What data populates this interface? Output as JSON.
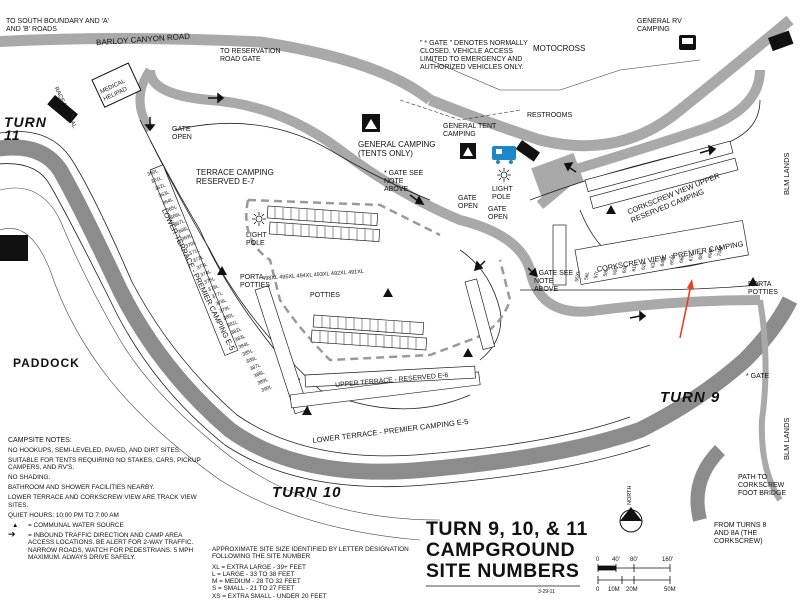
{
  "title": {
    "line1": "TURN 9, 10, & 11",
    "line2": "CAMPGROUND",
    "line3": "SITE NUMBERS",
    "date": "3-29-11"
  },
  "turns": {
    "t11": "TURN 11",
    "t10": "TURN 10",
    "t9": "TURN 9"
  },
  "places": {
    "paddock": "PADDOCK",
    "south_boundary": "TO SOUTH BOUNDARY AND 'A' AND 'B' ROADS",
    "barloy": "BARLOY CANYON ROAD",
    "reservation_gate": "TO RESERVATION ROAD GATE",
    "motocross": "MOTOCROSS",
    "general_rv": "GENERAL RV CAMPING",
    "medical_helipad": "MEDICAL HELIPAD",
    "race_medical": "RACE MEDICAL",
    "gate_open": "GATE OPEN",
    "general_camping": "GENERAL CAMPING (TENTS ONLY)",
    "gate_see_note": "* GATE SEE NOTE ABOVE",
    "general_tent": "GENERAL TENT CAMPING",
    "restrooms": "RESTROOMS",
    "light_pole": "LIGHT POLE",
    "terrace_camping": "TERRACE CAMPING RESERVED E-7",
    "porta_potties": "PORTA POTTIES",
    "potties": "POTTIES",
    "upper_terrace": "UPPER TERRACE - RESERVED E-6",
    "lower_terrace_left": "LOWER TERRACE - PREMIER CAMPING E-5",
    "lower_terrace_bottom": "LOWER TERRACE - PREMIER CAMPING E-5",
    "corkscrew_upper": "CORKSCREW VIEW UPPER RESERVED CAMPING",
    "corkscrew_premier": "CORKSCREW VIEW - PREMIER CAMPING",
    "blm_lands": "BLM LANDS",
    "gate": "* GATE",
    "path_corkscrew": "PATH TO CORKSCREW FOOT BRIDGE",
    "from_turns": "FROM TURNS 8 AND 8A (THE CORKSCREW)",
    "north": "NORTH"
  },
  "gate_note": "\" * GATE \" DENOTES NORMALLY CLOSED. VEHICLE ACCESS LIMITED TO EMERGENCY AND AUTHORIZED VEHICLES ONLY.",
  "campsite_notes": {
    "heading": "CAMPSITE NOTES:",
    "items": [
      "NO HOOKUPS, SEMI-LEVELED, PAVED, AND DIRT SITES.",
      "SUITABLE FOR TENTS REQUIRING NO STAKES, CARS, PICKUP CAMPERS, AND RV'S.",
      "NO SHADING.",
      "BATHROOM AND SHOWER FACILITIES NEARBY.",
      "LOWER TERRACE AND CORKSCREW VIEW ARE TRACK VIEW SITES.",
      "QUIET HOURS: 10:00 PM TO 7:00 AM"
    ],
    "legend_water": "= COMMUNAL WATER SOURCE",
    "legend_traffic": "= INBOUND TRAFFIC DIRECTION AND CAMP AREA ACCESS LOCATIONS. BE ALERT FOR 2-WAY TRAFFIC. NARROW ROADS, WATCH FOR PEDESTRIANS. 5 MPH MAXIMUM. ALWAYS DRIVE SAFELY."
  },
  "sizes": {
    "heading": "APPROXIMATE SITE SIZE IDENTIFIED BY LETTER DESIGNATION FOLLOWING THE SITE NUMBER",
    "rows": [
      "XL = EXTRA LARGE - 39+ FEET",
      "L = LARGE - 33 TO 38 FEET",
      "M = MEDIUM - 28 TO 32 FEET",
      "S = SMALL - 21 TO 27 FEET",
      "XS = EXTRA SMALL - UNDER 20 FEET"
    ]
  },
  "scale": {
    "ticks": [
      "0",
      "40'",
      "80'",
      "160'"
    ],
    "metric": [
      "0",
      "10M",
      "20M",
      "50M"
    ]
  },
  "sites": {
    "terrace_row": [
      "498XL",
      "495XL",
      "494XL",
      "493XL",
      "492XL",
      "491XL"
    ],
    "corkscrew_row": [
      "55XL",
      "56L",
      "57L",
      "58L",
      "59L",
      "60L",
      "61L",
      "62L",
      "63L",
      "64M",
      "65M",
      "66L",
      "67L",
      "68L",
      "69M",
      "70M"
    ],
    "lower_left": [
      "360L",
      "361L",
      "362L",
      "363L",
      "364L",
      "365L",
      "366L",
      "367L",
      "368L",
      "369L",
      "370L",
      "371L",
      "372L",
      "373L",
      "374L",
      "375L",
      "376L",
      "377L",
      "378L",
      "379L",
      "380L",
      "381L",
      "382L",
      "383L",
      "384L",
      "385L",
      "386L",
      "387L",
      "388L",
      "389L",
      "390L"
    ]
  },
  "colors": {
    "road": "#a9a9a9",
    "track": "#8c8c8c",
    "dash": "#9a9a9a",
    "pointer": "#e8401c",
    "rv_icon": "#1f86c8"
  }
}
